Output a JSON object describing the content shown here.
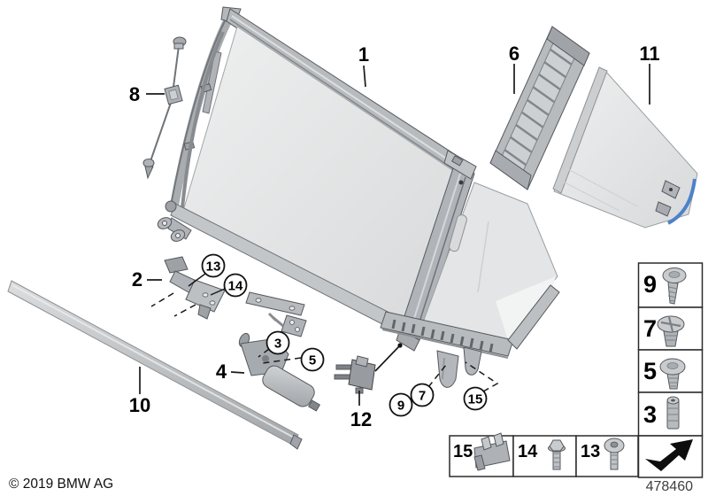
{
  "footer": {
    "copyright": "© 2019 BMW AG",
    "diagram_number": "478460"
  },
  "callouts": {
    "plain": [
      {
        "id": "1"
      },
      {
        "id": "2"
      },
      {
        "id": "4"
      },
      {
        "id": "6"
      },
      {
        "id": "8"
      },
      {
        "id": "10"
      },
      {
        "id": "11"
      },
      {
        "id": "12"
      }
    ],
    "circled": [
      {
        "id": "3"
      },
      {
        "id": "5"
      },
      {
        "id": "7"
      },
      {
        "id": "9"
      },
      {
        "id": "13"
      },
      {
        "id": "14"
      },
      {
        "id": "15"
      }
    ]
  },
  "legend": {
    "fastener_column": [
      {
        "id": "9",
        "icon": "pan-head-screw-icon"
      },
      {
        "id": "7",
        "icon": "expanding-rivet-icon"
      },
      {
        "id": "5",
        "icon": "short-pan-head-screw-icon"
      },
      {
        "id": "3",
        "icon": "sleeve-nut-icon"
      }
    ],
    "bottom_row": [
      {
        "id": "15",
        "icon": "spring-clip-icon"
      },
      {
        "id": "14",
        "icon": "hex-flange-bolt-icon"
      },
      {
        "id": "13",
        "icon": "oval-head-screw-icon"
      }
    ],
    "pointer_cell_icon": "next-diagram-arrow-icon"
  },
  "colors": {
    "outline": "#1a1a1a",
    "metal_light": "#e9eaeb",
    "metal_mid": "#bcc0c3",
    "metal_dark": "#8d9194",
    "clip_blue": "#4d82c8",
    "diagram_number_text": "#3f3f3f"
  }
}
